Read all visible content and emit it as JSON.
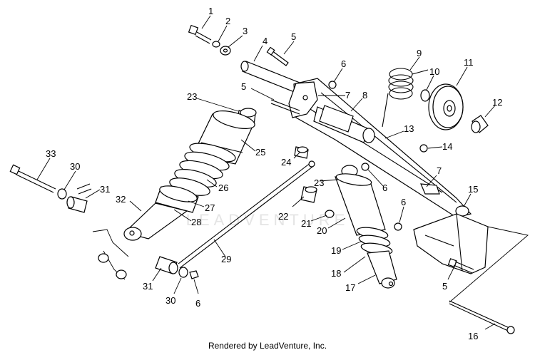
{
  "diagram": {
    "part_callouts": [
      "1",
      "2",
      "3",
      "4",
      "5",
      "6",
      "7",
      "8",
      "9",
      "10",
      "11",
      "12",
      "13",
      "14",
      "15",
      "16",
      "17",
      "18",
      "19",
      "20",
      "21",
      "22",
      "23",
      "24",
      "25",
      "26",
      "27",
      "28",
      "29",
      "30",
      "31",
      "32",
      "33"
    ],
    "watermark_text": "LEADVENTURE",
    "footer_text": "Rendered by LeadVenture, Inc."
  }
}
